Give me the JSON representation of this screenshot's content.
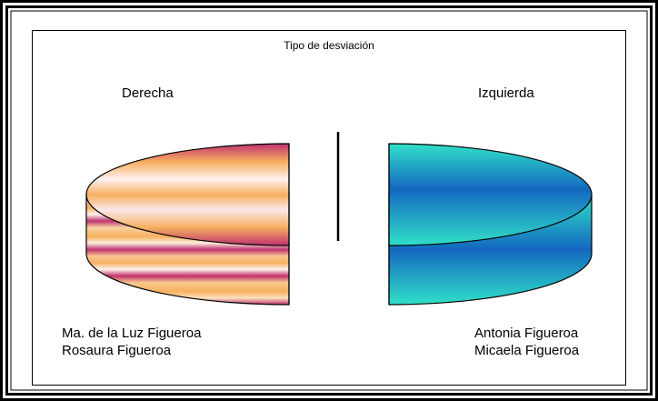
{
  "title": "Tipo de desviación",
  "left": {
    "label": "Derecha",
    "names": [
      "Ma. de la Luz Figueroa",
      "Rosaura Figueroa"
    ]
  },
  "right": {
    "label": "Izquierda",
    "names": [
      "Antonia Figueroa",
      "Micaela Figueroa"
    ]
  },
  "colors": {
    "left_stripe_dark": "#c0326e",
    "left_stripe_light": "#f8c890",
    "left_orange": "#f6b060",
    "right_teal": "#30e0c8",
    "right_blue": "#1468c0"
  }
}
